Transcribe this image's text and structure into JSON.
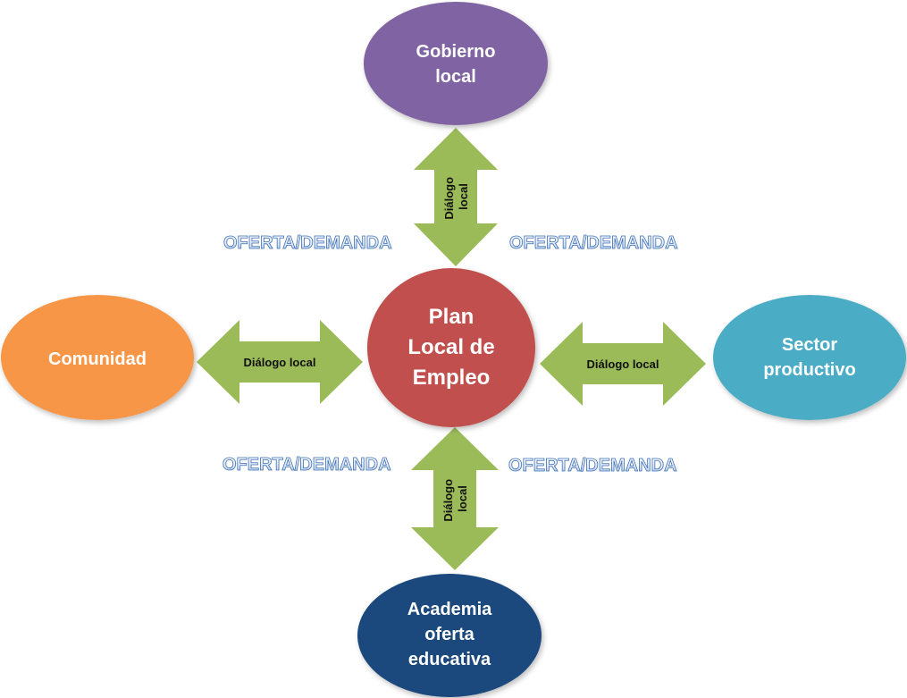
{
  "nodes": {
    "top": {
      "lines": [
        "Gobierno",
        "local"
      ],
      "color": "#8064a2"
    },
    "center": {
      "lines": [
        "Plan",
        "Local de",
        "Empleo"
      ],
      "color": "#c0504d"
    },
    "left": {
      "lines": [
        "Comunidad"
      ],
      "color": "#f79646"
    },
    "right": {
      "lines": [
        "Sector",
        "productivo"
      ],
      "color": "#4bacc6"
    },
    "bottom": {
      "lines": [
        "Academia",
        "oferta",
        "educativa"
      ],
      "color": "#1f497d"
    }
  },
  "arrows": {
    "color": "#9bbb59",
    "top": {
      "lines": [
        "Diálogo",
        "local"
      ]
    },
    "left": {
      "lines": [
        "Diálogo local"
      ]
    },
    "right": {
      "lines": [
        "Diálogo local"
      ]
    },
    "bottom": {
      "lines": [
        "Diálogo",
        "local"
      ]
    }
  },
  "labels": {
    "top_left": "OFERTA/DEMANDA",
    "top_right": "OFERTA/DEMANDA",
    "bottom_left": "OFERTA/DEMANDA",
    "bottom_right": "OFERTA/DEMANDA"
  }
}
